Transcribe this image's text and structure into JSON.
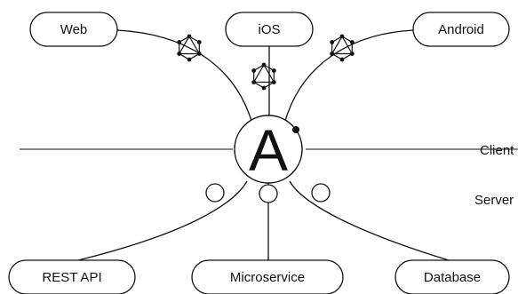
{
  "clients": [
    {
      "id": "web",
      "label": "Web"
    },
    {
      "id": "ios",
      "label": "iOS"
    },
    {
      "id": "android",
      "label": "Android"
    }
  ],
  "servers": [
    {
      "id": "rest-api",
      "label": "REST API"
    },
    {
      "id": "microservice",
      "label": "Microservice"
    },
    {
      "id": "database",
      "label": "Database"
    }
  ],
  "hub": {
    "label": "A"
  },
  "zones": {
    "client_label": "Client",
    "server_label": "Server"
  },
  "icons": {
    "connector": "graphql-icon",
    "port": "port-circle-icon",
    "hub": "apollo-logo"
  }
}
